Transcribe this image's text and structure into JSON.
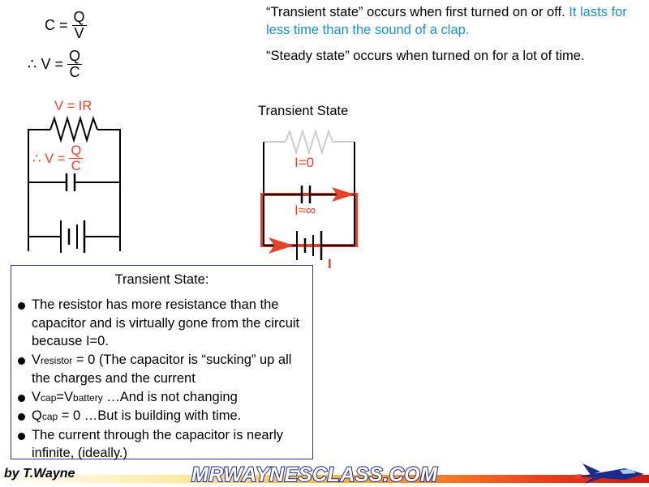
{
  "formulas": {
    "c_lhs": "C =",
    "c_num": "Q",
    "c_den": "V",
    "v_lhs": "∴ V =",
    "v_num": "Q",
    "v_den": "C"
  },
  "definitions": {
    "transient_black": "“Transient state” occurs when first turned on or off.",
    "transient_blue": "It lasts for less time than the sound of a clap.",
    "steady": "“Steady state” occurs when turned on for a lot of time."
  },
  "left_circuit": {
    "resistor_label": "V = IR",
    "cap_lhs": "∴ V =",
    "cap_num": "Q",
    "cap_den": "C"
  },
  "right_circuit": {
    "title": "Transient State",
    "i_zero": "I=0",
    "i_infinite": "I≈∞",
    "current_label": "I",
    "colors": {
      "highlight": "#e8412c",
      "faded": "#cccccc"
    }
  },
  "summary_box": {
    "title": "Transient State:",
    "b1": "The resistor has more resistance than the capacitor and is virtually gone from the circuit because I=0.",
    "b2_v": "V",
    "b2_sub": "resistor",
    "b2_rest": " = 0 (The capacitor is “sucking” up all the charges and the current",
    "b3_v1": "V",
    "b3_sub1": "cap",
    "b3_eq": "=V",
    "b3_sub2": "battery",
    "b3_rest": " …And is not changing",
    "b4_q": "Q",
    "b4_sub": "cap",
    "b4_rest": " = 0 …But is building with time.",
    "b5": "The current through the capacitor is nearly infinite, (ideally.)"
  },
  "footer": {
    "author": "by T.Wayne",
    "brand": "MRWAYNESCLASS.COM"
  }
}
